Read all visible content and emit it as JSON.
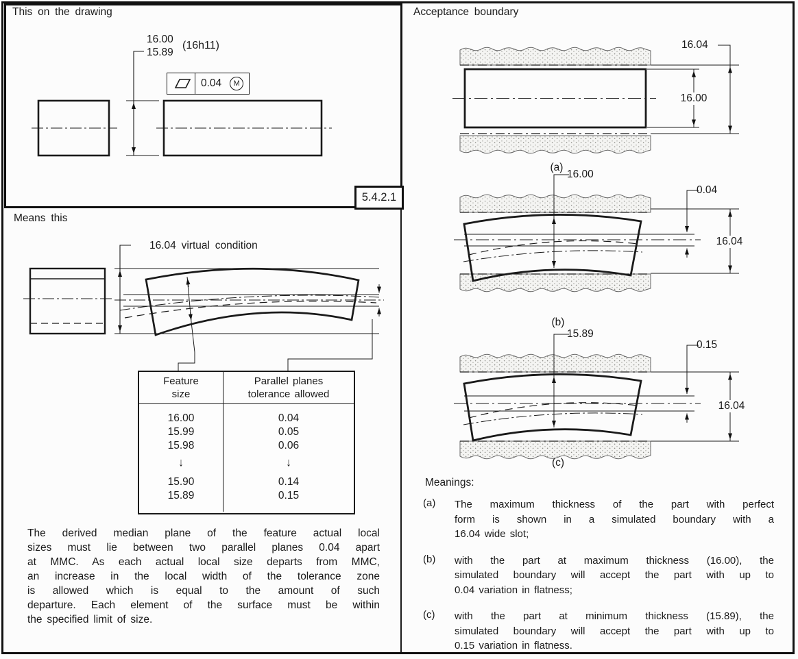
{
  "page": {
    "section_label": "5.4.2.1"
  },
  "panels": {
    "drawing": {
      "title": "This on the drawing",
      "dim_upper": "16.00",
      "dim_lower": "15.89",
      "dim_note": "(16h11)",
      "fcf": {
        "symbol_icon": "flatness-parallelogram-icon",
        "tolerance": "0.04",
        "modifier_icon": "circled-M-mmc-icon",
        "modifier": "M"
      }
    },
    "means": {
      "title": "Means this",
      "virtual_condition_label": "16.04  virtual condition",
      "table": {
        "headers": {
          "feature": [
            "Feature",
            "size"
          ],
          "tolerance": [
            "Parallel planes",
            "tolerance allowed"
          ]
        },
        "arrow_glyph": "↓",
        "rows": [
          [
            "16.00",
            "0.04"
          ],
          [
            "15.99",
            "0.05"
          ],
          [
            "15.98",
            "0.06"
          ],
          [
            "↓",
            "↓"
          ],
          [
            "15.90",
            "0.14"
          ],
          [
            "15.89",
            "0.15"
          ]
        ]
      },
      "paragraph_lines": [
        "The derived median plane of the feature actual local",
        "sizes must lie between two parallel planes 0.04 apart",
        "at MMC. As each actual local size departs from MMC,",
        "an increase in the local width of the tolerance zone",
        "is allowed which is equal to the amount of such",
        "departure. Each element of the surface must be within",
        "the specified limit of size."
      ]
    },
    "acceptance": {
      "title": "Acceptance boundary",
      "figures": {
        "a": {
          "label": "(a)",
          "outer_dim": "16.04",
          "inner_dim": "16.00"
        },
        "b": {
          "label": "(b)",
          "top_dim": "16.00",
          "flatness_dim": "0.04",
          "outer_dim": "16.04"
        },
        "c": {
          "label": "(c)",
          "top_dim": "15.89",
          "flatness_dim": "0.15",
          "outer_dim": "16.04"
        }
      },
      "meanings": {
        "heading": "Meanings:",
        "items": [
          {
            "label": "(a)",
            "lines": [
              "The maximum thickness of the part with perfect",
              "form is shown in a simulated boundary with a",
              "16.04  wide slot;"
            ]
          },
          {
            "label": "(b)",
            "lines": [
              "with the part at maximum thickness (16.00), the",
              "simulated boundary will accept the part with up to",
              "0.04 variation in flatness;"
            ]
          },
          {
            "label": "(c)",
            "lines": [
              "with the part at minimum thickness (15.89), the",
              "simulated boundary will accept the part with up to",
              "0.15 variation in flatness."
            ]
          }
        ]
      }
    }
  }
}
